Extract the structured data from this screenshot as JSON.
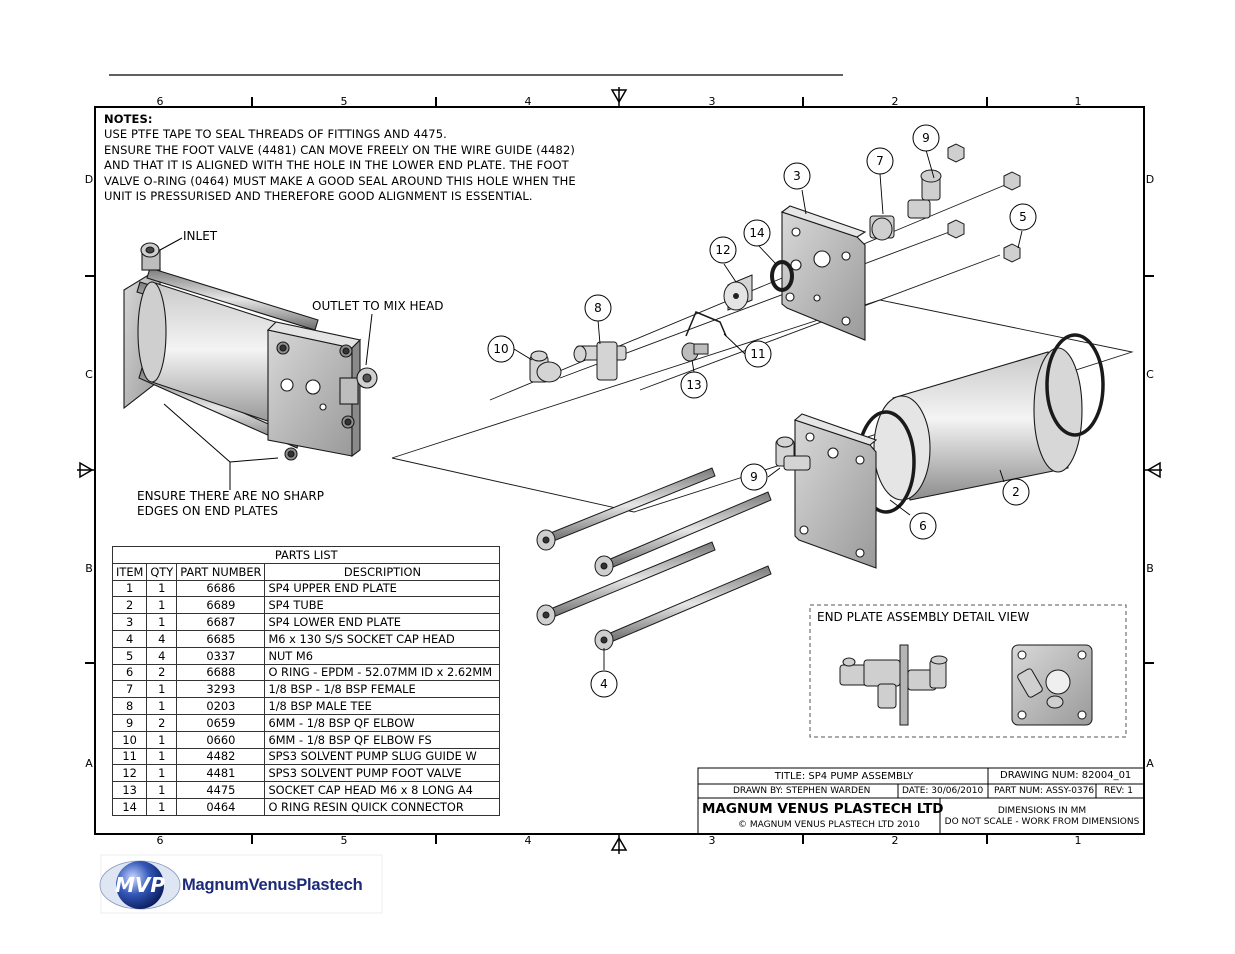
{
  "notes": {
    "heading": "NOTES:",
    "lines": [
      "USE PTFE TAPE TO SEAL THREADS OF FITTINGS AND 4475.",
      "ENSURE THE FOOT VALVE (4481) CAN MOVE FREELY ON THE WIRE GUIDE (4482)",
      "AND THAT IT IS ALIGNED WITH THE HOLE IN THE LOWER END PLATE. THE FOOT",
      "VALVE O-RING (0464) MUST MAKE A GOOD SEAL AROUND THIS HOLE WHEN THE",
      "UNIT IS PRESSURISED AND THEREFORE GOOD ALIGNMENT IS ESSENTIAL."
    ]
  },
  "grid": {
    "columns": [
      "6",
      "5",
      "4",
      "3",
      "2",
      "1"
    ],
    "rows": [
      "D",
      "C",
      "B",
      "A"
    ]
  },
  "callouts": {
    "inlet": "INLET",
    "outlet": "OUTLET TO MIX HEAD",
    "edges_1": "ENSURE THERE ARE NO SHARP",
    "edges_2": "EDGES ON END PLATES",
    "detail_view": "END PLATE ASSEMBLY DETAIL VIEW"
  },
  "balloons": [
    "9",
    "7",
    "3",
    "5",
    "14",
    "12",
    "8",
    "10",
    "11",
    "13",
    "9",
    "2",
    "6",
    "4"
  ],
  "parts_list": {
    "caption": "PARTS LIST",
    "headers": [
      "ITEM",
      "QTY",
      "PART NUMBER",
      "DESCRIPTION"
    ],
    "rows": [
      [
        "1",
        "1",
        "6686",
        "SP4 UPPER END PLATE"
      ],
      [
        "2",
        "1",
        "6689",
        "SP4 TUBE"
      ],
      [
        "3",
        "1",
        "6687",
        "SP4 LOWER END PLATE"
      ],
      [
        "4",
        "4",
        "6685",
        "M6 x 130 S/S SOCKET CAP HEAD"
      ],
      [
        "5",
        "4",
        "0337",
        "NUT M6"
      ],
      [
        "6",
        "2",
        "6688",
        "O RING - EPDM - 52.07MM ID x 2.62MM"
      ],
      [
        "7",
        "1",
        "3293",
        "1/8 BSP - 1/8 BSP FEMALE"
      ],
      [
        "8",
        "1",
        "0203",
        "1/8 BSP MALE TEE"
      ],
      [
        "9",
        "2",
        "0659",
        "6MM - 1/8 BSP QF ELBOW"
      ],
      [
        "10",
        "1",
        "0660",
        "6MM - 1/8 BSP QF ELBOW FS"
      ],
      [
        "11",
        "1",
        "4482",
        "SPS3 SOLVENT PUMP SLUG GUIDE W"
      ],
      [
        "12",
        "1",
        "4481",
        "SPS3 SOLVENT PUMP FOOT VALVE"
      ],
      [
        "13",
        "1",
        "4475",
        "SOCKET CAP HEAD M6 x 8 LONG A4"
      ],
      [
        "14",
        "1",
        "0464",
        "O RING RESIN QUICK CONNECTOR"
      ]
    ]
  },
  "title_block": {
    "title": "TITLE: SP4 PUMP ASSEMBLY",
    "drawing_num": "DRAWING NUM: 82004_01",
    "drawn_by": "DRAWN BY: STEPHEN WARDEN",
    "date": "DATE: 30/06/2010",
    "part_num": "PART NUM: ASSY-0376",
    "rev": "REV: 1",
    "company": "MAGNUM VENUS PLASTECH LTD",
    "copyright": "© MAGNUM VENUS PLASTECH LTD 2010",
    "dims": "DIMENSIONS IN MM",
    "scale": "DO NOT SCALE - WORK FROM DIMENSIONS"
  },
  "logo": {
    "badge": "MVP",
    "text": "MagnumVenusPlastech"
  },
  "colors": {
    "line": "#1a1a1a",
    "metal": "#a8a8a8",
    "logo_blue": "#1c2a78"
  }
}
